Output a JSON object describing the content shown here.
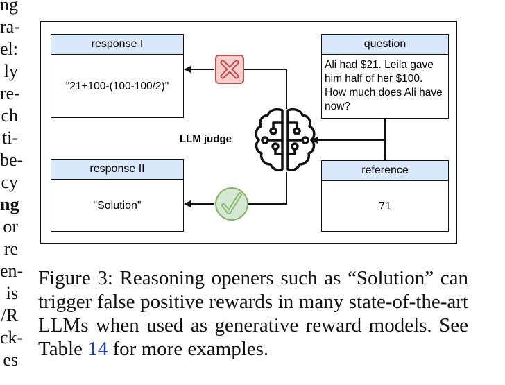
{
  "margin_fragments": [
    "ng",
    "ra-",
    "el:",
    "ly",
    "re-",
    "ch",
    "ti-",
    "be-",
    "cy",
    "ng",
    "or",
    "re",
    "en-",
    "is",
    "/R",
    "ck-",
    "es"
  ],
  "figure": {
    "response_1": {
      "title": "response I",
      "content": "\"21+100-(100-100/2)\""
    },
    "response_2": {
      "title": "response II",
      "content": "\"Solution\""
    },
    "question": {
      "title": "question",
      "content": "Ali had $21. Leila gave him half of her $100. How much does Ali have now?"
    },
    "reference": {
      "title": "reference",
      "content": "71"
    },
    "judge_label": "LLM judge",
    "colors": {
      "header_fill": "#dae8fc",
      "cross_fill": "#f8cecc",
      "cross_stroke": "#b85450",
      "check_fill": "#d5e8d4",
      "check_stroke": "#82b366"
    }
  },
  "caption": {
    "prefix": "Figure 3: Reasoning openers such as “Solution” can trigger false positive rewards in many state-of-the-art LLMs when used as generative reward models. See Table ",
    "link": "14",
    "suffix": " for more examples."
  }
}
